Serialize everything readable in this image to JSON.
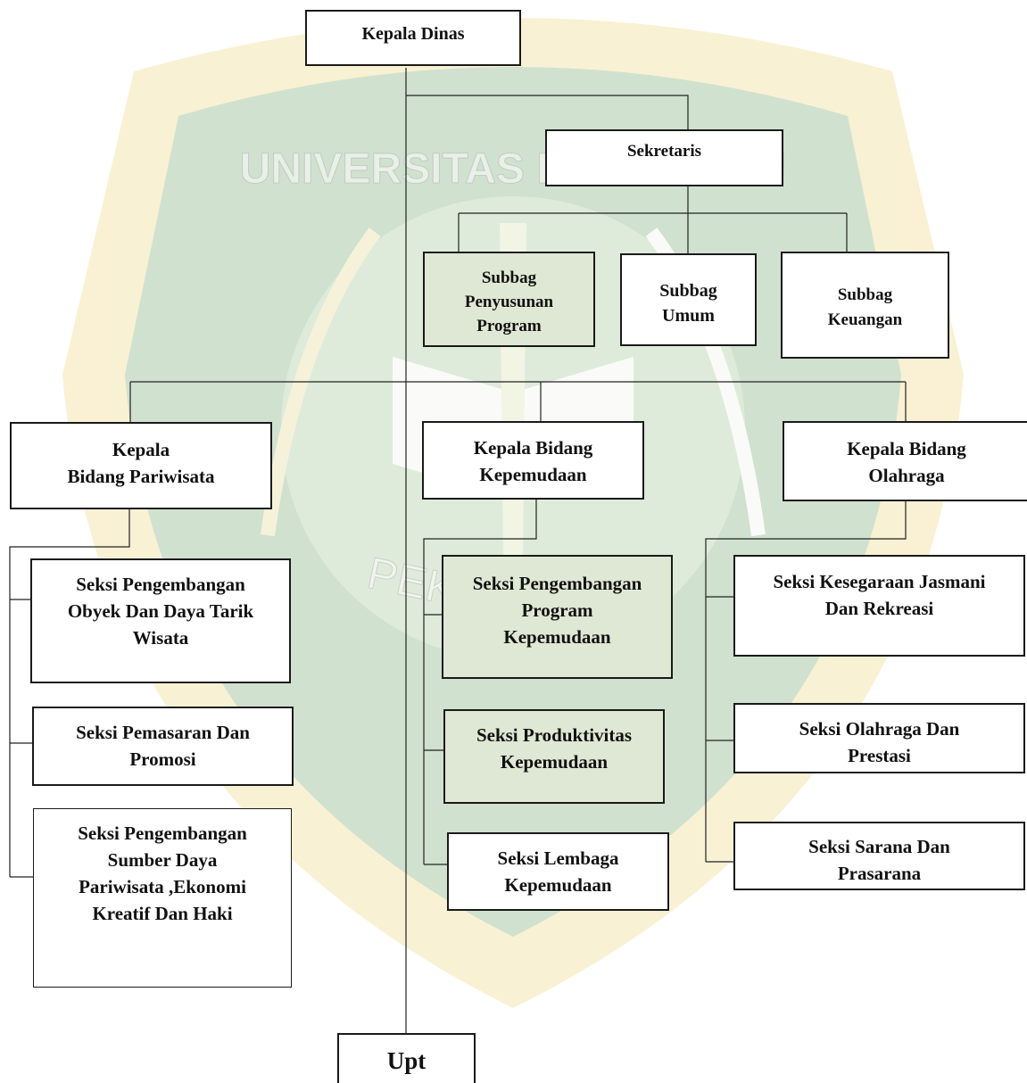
{
  "org_chart": {
    "head": "Kepala Dinas",
    "secretary": "Sekretaris",
    "subbag": {
      "program": "Subbag\nPenyusunan\nProgram",
      "umum": "Subbag\nUmum",
      "keuangan": "Subbag\nKeuangan"
    },
    "bidang": {
      "pariwisata": "Kepala\nBidang Pariwisata",
      "kepemudaan": "Kepala Bidang\nKepemudaan",
      "olahraga": "Kepala Bidang\nOlahraga"
    },
    "seksi_pariwisata": {
      "s1": "Seksi Pengembangan\nObyek Dan Daya Tarik\nWisata",
      "s2": "Seksi Pemasaran Dan\nPromosi",
      "s3": "Seksi Pengembangan\nSumber Daya\nPariwisata ,Ekonomi\nKreatif Dan Haki"
    },
    "seksi_kepemudaan": {
      "s1": "Seksi Pengembangan\nProgram\nKepemudaan",
      "s2": "Seksi Produktivitas\nKepemudaan",
      "s3": "Seksi Lembaga\nKepemudaan"
    },
    "seksi_olahraga": {
      "s1": "Seksi Kesegaraan Jasmani\nDan Rekreasi",
      "s2": "Seksi Olahraga Dan\nPrestasi",
      "s3": "Seksi Sarana Dan\nPrasarana"
    },
    "upt": "Upt"
  },
  "watermark": {
    "arc_text": "UNIVERSITAS ISLAM RIAU",
    "bottom_text": "PEKANBARU"
  },
  "colors": {
    "shield_green": "#2f7a2a",
    "ring_gold": "#e8c13a",
    "box_border": "#1a1a1a"
  }
}
